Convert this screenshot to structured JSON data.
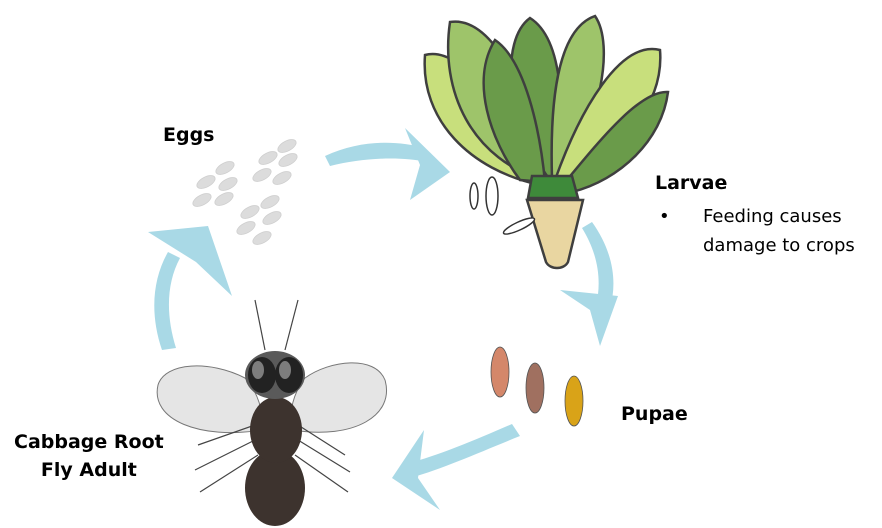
{
  "stages": {
    "eggs": {
      "label": "Eggs"
    },
    "larvae": {
      "label": "Larvae",
      "notes": [
        "Feeding causes",
        "damage to crops"
      ],
      "bullet": "•"
    },
    "pupae": {
      "label": "Pupae"
    },
    "adult": {
      "label_line1": "Cabbage Root",
      "label_line2": "Fly Adult"
    }
  },
  "colors": {
    "arrow": "#a9d9e6",
    "leaf_light": "#c8df7c",
    "leaf_mid": "#9ec46a",
    "leaf_dark": "#6a9b4a",
    "stem": "#e9d6a1",
    "pupa1": "#d4876a",
    "pupa2": "#a07060",
    "pupa3": "#d9a318",
    "fly_body": "#3d332e",
    "egg": "#dcdcdc"
  }
}
